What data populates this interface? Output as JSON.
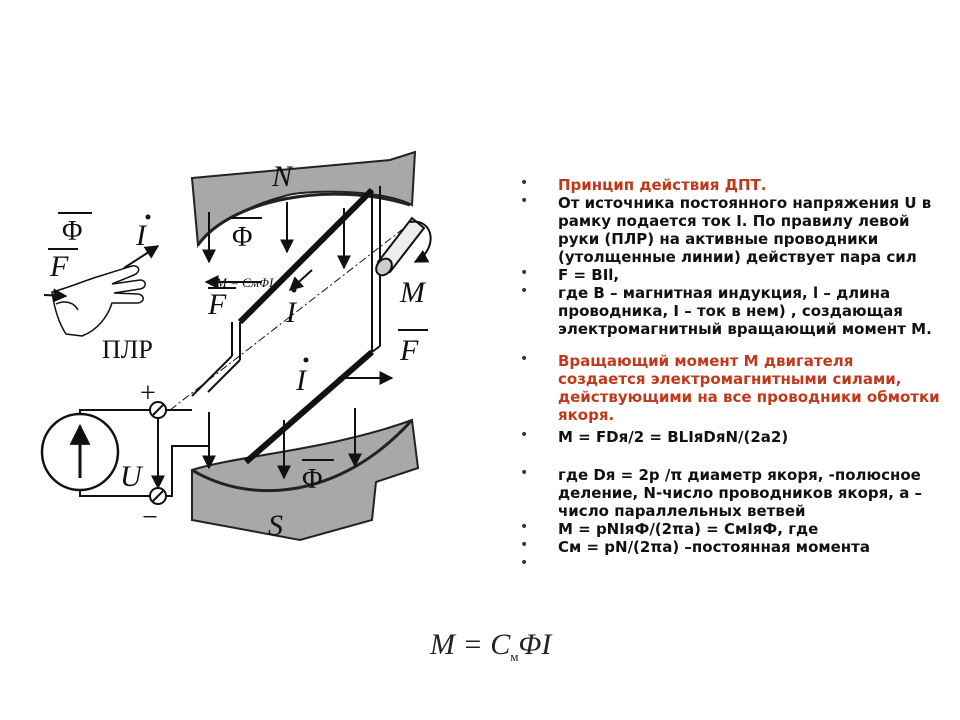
{
  "diagram": {
    "pole_north": "N",
    "pole_south": "S",
    "flux_symbol": "Φ",
    "current_symbol": "I",
    "force_symbol": "F",
    "torque_symbol": "M",
    "voltage_symbol": "U",
    "plus_sign": "+",
    "minus_sign": "−",
    "rule_label": "ПЛР",
    "inner_formula": "M = CмΦI"
  },
  "bullets": [
    {
      "text": "Принцип действия ДПТ.",
      "color": "#c0391b"
    },
    {
      "text": " От источника постоянного напряжения U в рамку подается ток I. По правилу левой руки (ПЛР) на активные проводники (утолщенные линии) действует пара сил",
      "color": "#111111"
    },
    {
      "text": "        F = BIl,",
      "color": "#111111"
    },
    {
      "text": "где B – магнитная индукция, l – длина проводника, I – ток в нем) , создающая электромагнитный вращающий момент M.",
      "color": "#111111"
    },
    {
      "text": "Вращающий момент M двигателя создается электромагнитными силами, действующими на все проводники обмотки якоря.",
      "color": "#c0391b"
    },
    {
      "text": "         M = FDя/2 = BLIяDяN/(2a2)",
      "color": "#111111"
    },
    {
      "text": " где Dя = 2p  /π диаметр якоря, -полюсное деление, N-число проводников якоря, a – число параллельных ветвей",
      "color": "#111111"
    },
    {
      "text": "M = pNIяФ/(2πa) = СмIяФ, где",
      "color": "#111111"
    },
    {
      "text": "См = pN/(2πa) –постоянная момента",
      "color": "#111111"
    },
    {
      "text": "",
      "color": "#111111"
    }
  ],
  "formula": {
    "m": "M",
    "eq": " = ",
    "c": "C",
    "sub": "м",
    "rest": "ΦI"
  }
}
